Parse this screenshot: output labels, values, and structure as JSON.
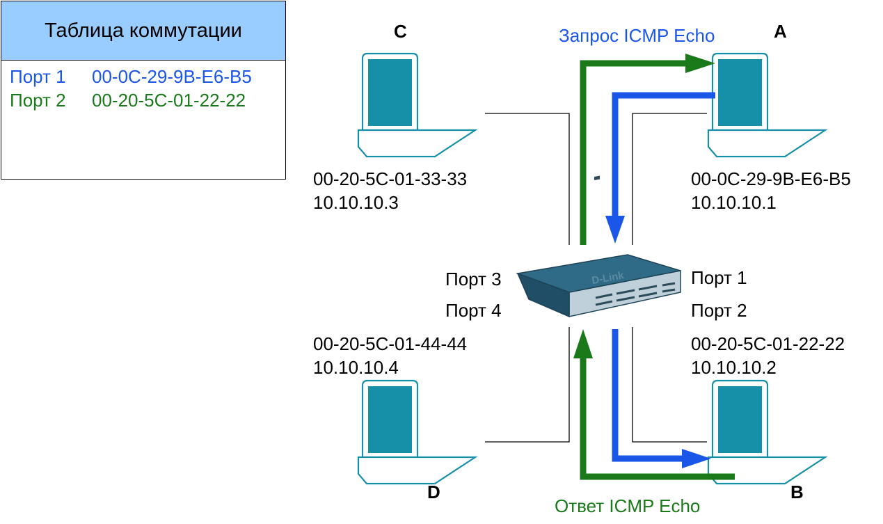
{
  "table": {
    "title": "Таблица коммутации",
    "rows": [
      {
        "port": "Порт 1",
        "mac": "00-0C-29-9B-E6-B5",
        "color": "#1a56e8"
      },
      {
        "port": "Порт 2",
        "mac": "00-20-5C-01-22-22",
        "color": "#1a7a1a"
      }
    ]
  },
  "hosts": {
    "A": {
      "name": "A",
      "mac": "00-0C-29-9B-E6-B5",
      "ip": "10.10.10.1"
    },
    "B": {
      "name": "B",
      "mac": "00-20-5C-01-22-22",
      "ip": "10.10.10.2"
    },
    "C": {
      "name": "C",
      "mac": "00-20-5C-01-33-33",
      "ip": "10.10.10.3"
    },
    "D": {
      "name": "D",
      "mac": "00-20-5C-01-44-44",
      "ip": "10.10.10.4"
    }
  },
  "switch": {
    "brand": "D-Link",
    "ports": {
      "p1": "Порт 1",
      "p2": "Порт 2",
      "p3": "Порт 3",
      "p4": "Порт 4"
    }
  },
  "flows": {
    "request": {
      "label": "Запрос ICMP Echo",
      "color": "#1a56e8"
    },
    "reply": {
      "label": "Ответ ICMP Echo",
      "color": "#1a7a1a"
    }
  },
  "colors": {
    "table_header": "#99ccff",
    "laptop_screen": "#168fa8",
    "laptop_outline": "#168fa8",
    "switch_body": "#2b5e78"
  }
}
